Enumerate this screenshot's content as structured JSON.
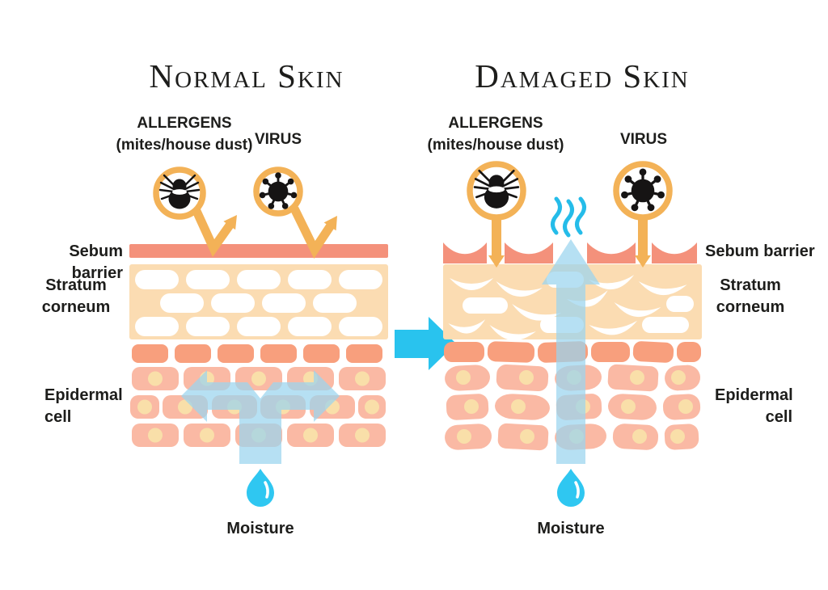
{
  "left_panel": {
    "title": "Normal Skin",
    "allergens_label": "ALLERGENS",
    "allergens_sublabel": "(mites/house dust)",
    "virus_label": "VIRUS",
    "sebum_label": "Sebum barrier",
    "stratum_label_line1": "Stratum",
    "stratum_label_line2": "corneum",
    "epidermal_label_line1": "Epidermal",
    "epidermal_label_line2": "cell",
    "moisture_label": "Moisture"
  },
  "right_panel": {
    "title": "Damaged Skin",
    "allergens_label": "ALLERGENS",
    "allergens_sublabel": "(mites/house dust)",
    "virus_label": "VIRUS",
    "sebum_label": "Sebum barrier",
    "stratum_label_line1": "Stratum",
    "stratum_label_line2": "corneum",
    "epidermal_label_line1": "Epidermal",
    "epidermal_label_line2": "cell",
    "moisture_label": "Moisture"
  },
  "icons": {
    "mite": "mite-icon",
    "virus": "virus-icon",
    "steam": "steam-icon",
    "moisture_drop": "moisture-drop-icon",
    "bounce_arrow": "bounce-arrow-icon",
    "penetrate_arrow": "penetrate-arrow-icon",
    "transition_arrow": "transition-arrow-icon"
  },
  "colors": {
    "orange": "#F3B257",
    "salmon": "#F4917B",
    "salmon_dark_row": "#F89F7D",
    "stratum_bg": "#FBDCB2",
    "cell": "#FAB9A4",
    "nucleus": "#F9DFA9",
    "cyan": "#29C3EE",
    "steam": "#25BCE9",
    "moisture_arrow": "#9AD4EF",
    "drop": "#2FC7F1",
    "ink": "#161414",
    "text": "#1D1D1B"
  }
}
